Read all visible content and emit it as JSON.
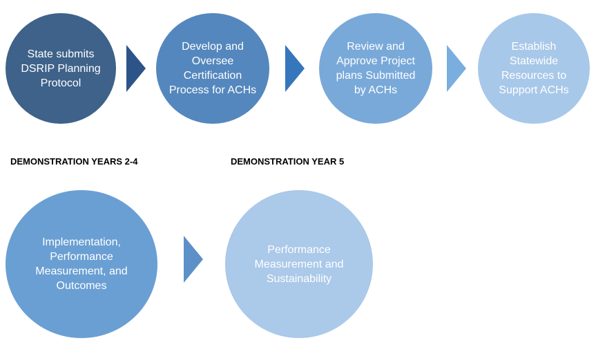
{
  "colors": {
    "step1": "#3e6289",
    "step2": "#5487bd",
    "step3": "#79a9d9",
    "step4": "#a8c8e9",
    "step5": "#6a9fd3",
    "step6": "#abc9e9",
    "arrow1": "#2d5488",
    "arrow2": "#3676bc",
    "arrow3": "#7aaede",
    "arrow4": "#5d90c8"
  },
  "steps": [
    {
      "label": "State submits DSRIP Planning Protocol"
    },
    {
      "label": "Develop and Oversee Certification Process for ACHs"
    },
    {
      "label": "Review and Approve Project plans Submitted by ACHs"
    },
    {
      "label": "Establish Statewide Resources to Support ACHs"
    },
    {
      "label": "Implementation, Performance Measurement, and Outcomes"
    },
    {
      "label": "Performance Measurement and Sustainability"
    }
  ],
  "phases": [
    {
      "label": "DEMONSTRATION YEARS 2-4"
    },
    {
      "label": "DEMONSTRATION YEAR 5"
    }
  ]
}
